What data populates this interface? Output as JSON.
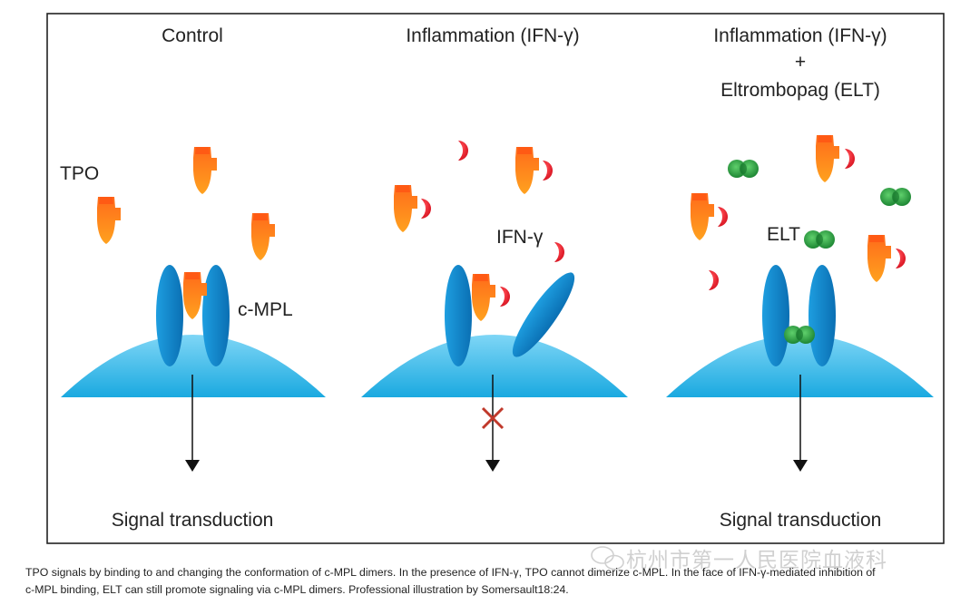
{
  "panels": [
    {
      "title_lines": [
        "Control"
      ],
      "labels": {
        "ligand": "TPO",
        "receptor": "c-MPL"
      },
      "bottom_label": "Signal transduction"
    },
    {
      "title_lines": [
        "Inflammation (IFN-γ)"
      ],
      "labels": {
        "cytokine": "IFN-γ"
      },
      "bottom_label": ""
    },
    {
      "title_lines": [
        "Inflammation (IFN-γ)",
        "+",
        "Eltrombopag (ELT)"
      ],
      "labels": {
        "drug": "ELT"
      },
      "bottom_label": "Signal transduction"
    }
  ],
  "caption_lines": [
    "TPO signals by binding to and changing the conformation of c-MPL dimers. In the presence of IFN-γ, TPO cannot dimerize c-MPL. In the face of IFN-γ-mediated inhibition of",
    "c-MPL binding, ELT can still promote signaling via c-MPL dimers. Professional illustration by Somersault18:24."
  ],
  "watermark": "杭州市第一人民医院血液科",
  "icons": [
    "tpo-molecule-icon",
    "ifn-gamma-molecule-icon",
    "eltrombopag-molecule-icon",
    "c-mpl-receptor-icon",
    "cell-membrane-icon",
    "signal-arrow-icon",
    "blocked-x-icon",
    "wechat-icon"
  ],
  "colors": {
    "tpo": "#f47b20",
    "ifn_gamma": "#e11d2a",
    "elt": "#1f9e3a",
    "receptor": "#0a86c9",
    "membrane": "#2ab7e8",
    "block_x": "#c0392b",
    "frame": "#222222"
  }
}
